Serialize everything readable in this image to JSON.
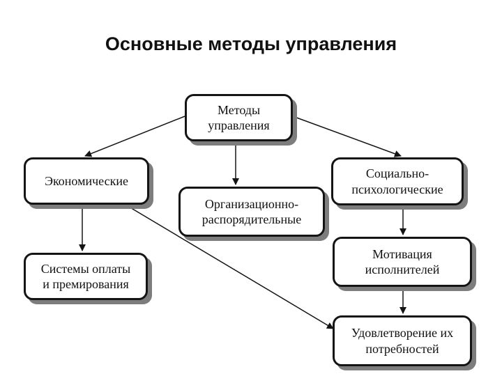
{
  "title": "Основные методы управления",
  "nodes": {
    "root": {
      "line1": "Методы",
      "line2": "управления"
    },
    "economic": {
      "line1": "Экономические"
    },
    "org": {
      "line1": "Организационно-",
      "line2": "распорядительные"
    },
    "social": {
      "line1": "Социально-",
      "line2": "психологические"
    },
    "payment": {
      "line1": "Системы оплаты",
      "line2": "и премирования"
    },
    "motivation": {
      "line1": "Мотивация",
      "line2": "исполнителей"
    },
    "satisfaction": {
      "line1": "Удовлетворение их",
      "line2": "потребностей"
    }
  },
  "colors": {
    "border": "#141414",
    "shadow": "#7d7d7d",
    "text": "#111111"
  }
}
